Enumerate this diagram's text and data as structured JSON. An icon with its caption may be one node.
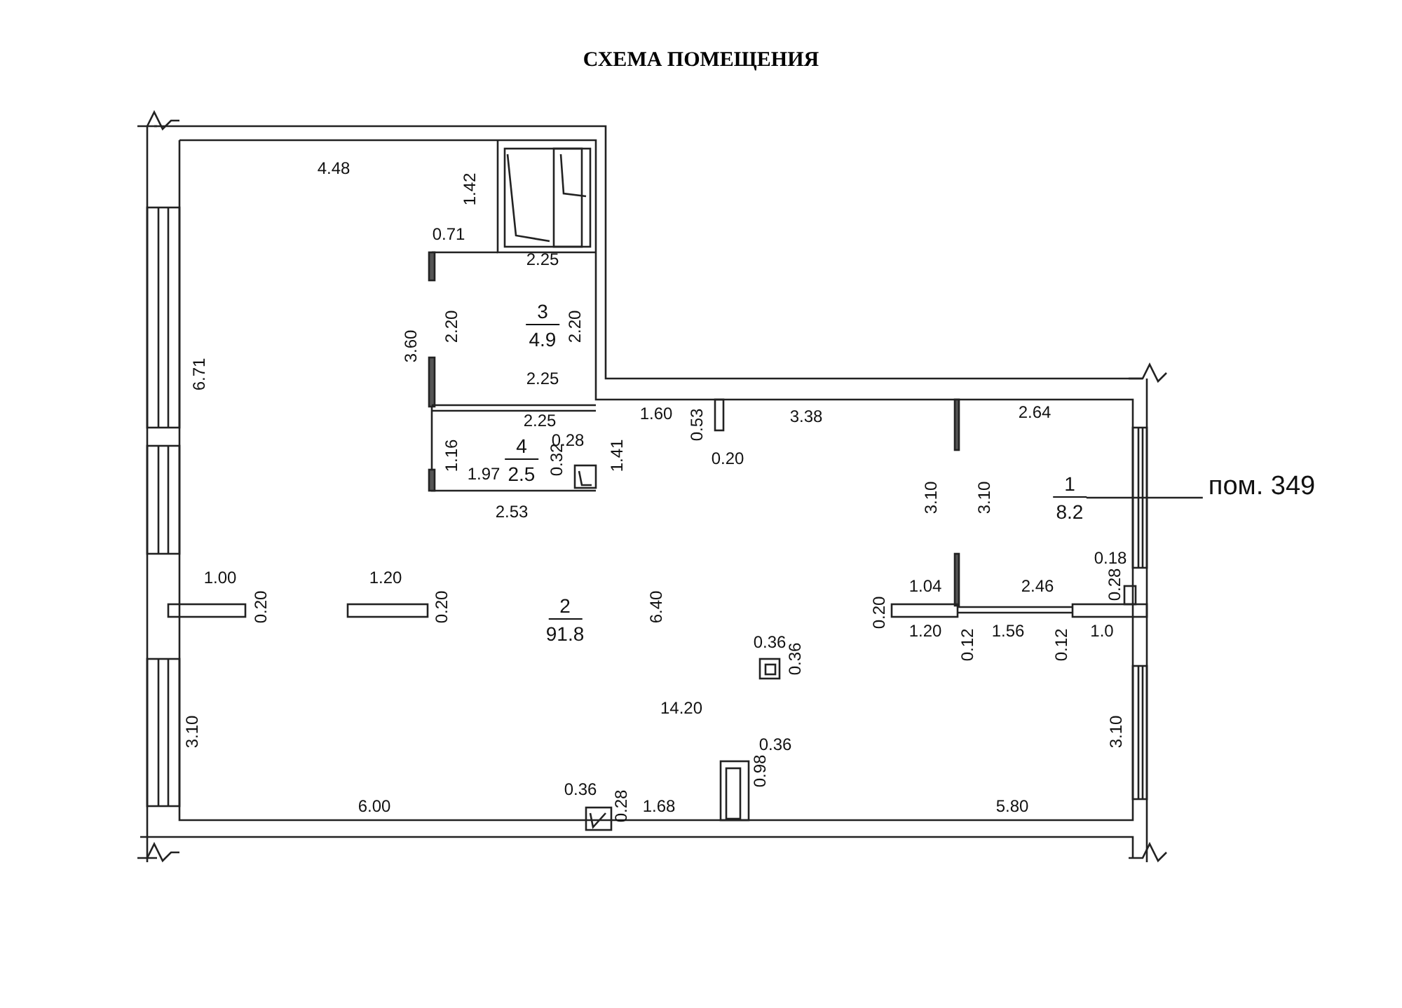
{
  "diagram": {
    "title": "СХЕМА ПОМЕЩЕНИЯ",
    "nodes": [
      {
        "text": [
          "3",
          "4.9"
        ]
      },
      {
        "text": [
          "4",
          "2.5"
        ]
      },
      {
        "text": [
          "1",
          "8.2"
        ]
      },
      {
        "text": [
          "пом. 349"
        ]
      },
      {
        "text": [
          "2",
          "91.8"
        ]
      }
    ],
    "edges": [
      {
        "from": 3,
        "to": 2,
        "arrow": "none"
      }
    ],
    "labels": [
      "4.48",
      "1.42",
      "0.71",
      "2.25",
      "2.20",
      "2.20",
      "3.60",
      "6.71",
      "2.25",
      "2.25",
      "1.60",
      "3.38",
      "2.64",
      "0.53",
      "0.28",
      "1.16",
      "0.32",
      "1.41",
      "0.20",
      "1.97",
      "3.10",
      "3.10",
      "2.53",
      "0.18",
      "1.00",
      "1.20",
      "0.28",
      "1.04",
      "2.46",
      "0.20",
      "0.20",
      "6.40",
      "0.20",
      "1.20",
      "1.56",
      "1.0",
      "0.12",
      "0.12",
      "0.36",
      "0.36",
      "14.20",
      "3.10",
      "3.10",
      "0.36",
      "0.98",
      "0.36",
      "0.28",
      "6.00",
      "1.68",
      "5.80"
    ]
  }
}
